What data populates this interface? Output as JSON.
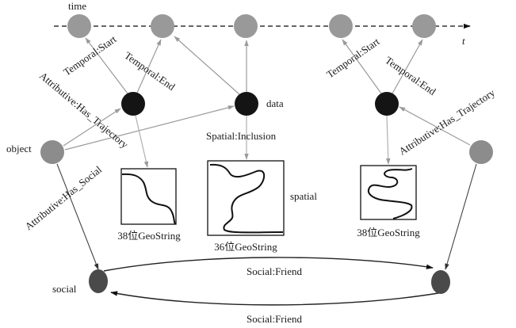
{
  "diagram": {
    "axis": {
      "label": "time",
      "arrow_label": "t"
    },
    "layer_labels": {
      "object": "object",
      "data": "data",
      "spatial": "spatial",
      "social": "social"
    },
    "colors": {
      "time_node": "#999999",
      "data_node": "#141414",
      "object_node": "#8c8c8c",
      "social_node": "#4a4a4a",
      "edge_light": "#9a9a9a",
      "edge_dark": "#333333"
    },
    "nodes": {
      "time": [
        {
          "id": "t1"
        },
        {
          "id": "t2"
        },
        {
          "id": "t3"
        },
        {
          "id": "t4"
        },
        {
          "id": "t5"
        }
      ],
      "data": [
        {
          "id": "d1"
        },
        {
          "id": "d2"
        },
        {
          "id": "d3"
        }
      ],
      "object": [
        {
          "id": "o1"
        },
        {
          "id": "o2"
        }
      ],
      "social": [
        {
          "id": "s1"
        },
        {
          "id": "s2"
        }
      ]
    },
    "spatial_boxes": [
      {
        "id": "g1",
        "caption": "38位GeoString"
      },
      {
        "id": "g2",
        "caption": "36位GeoString"
      },
      {
        "id": "g3",
        "caption": "38位GeoString"
      }
    ],
    "edges": [
      {
        "from": "d1",
        "to": "t1",
        "label": "Temporal:Start"
      },
      {
        "from": "d1",
        "to": "t2",
        "label": "Temporal:End"
      },
      {
        "from": "d2",
        "to": "t2",
        "label": ""
      },
      {
        "from": "d2",
        "to": "t3",
        "label": ""
      },
      {
        "from": "d3",
        "to": "t4",
        "label": "Temporal:Start"
      },
      {
        "from": "d3",
        "to": "t5",
        "label": "Temporal:End"
      },
      {
        "from": "o1",
        "to": "d1",
        "label": "Attributive:Has_Trajectory"
      },
      {
        "from": "o1",
        "to": "d2",
        "label": ""
      },
      {
        "from": "o2",
        "to": "d3",
        "label": "Attributive:Has_Trajectory"
      },
      {
        "from": "d1",
        "to": "g1",
        "label": ""
      },
      {
        "from": "d2",
        "to": "g2",
        "label": "Spatial:Inclusion"
      },
      {
        "from": "d3",
        "to": "g3",
        "label": ""
      },
      {
        "from": "o1",
        "to": "s1",
        "label": "Attributive:Has_Social"
      },
      {
        "from": "o2",
        "to": "s2",
        "label": ""
      },
      {
        "from": "s1",
        "to": "s2",
        "label": "Social:Friend"
      },
      {
        "from": "s2",
        "to": "s1",
        "label": "Social:Friend"
      }
    ]
  }
}
